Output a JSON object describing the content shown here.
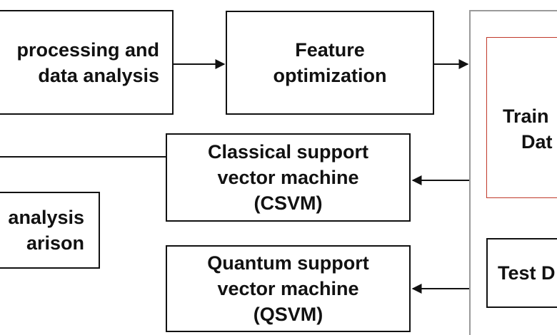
{
  "diagram": {
    "preprocessing": {
      "line1": "processing and",
      "line2": "data analysis"
    },
    "feature_optimization": {
      "line1": "Feature",
      "line2": "optimization"
    },
    "csvm": {
      "line1": "Classical support",
      "line2": "vector machine",
      "line3": "(CSVM)"
    },
    "qsvm": {
      "line1": "Quantum support",
      "line2": "vector machine",
      "line3": "(QSVM)"
    },
    "analysis": {
      "line1": "analysis",
      "line2": "arison"
    },
    "training": {
      "line1": "Train",
      "line2": "Dat"
    },
    "test": {
      "label": "Test D"
    },
    "colors": {
      "stroke": "#111111",
      "dataset_border": "#9a9a9a",
      "training_border": "#c0392b"
    }
  }
}
